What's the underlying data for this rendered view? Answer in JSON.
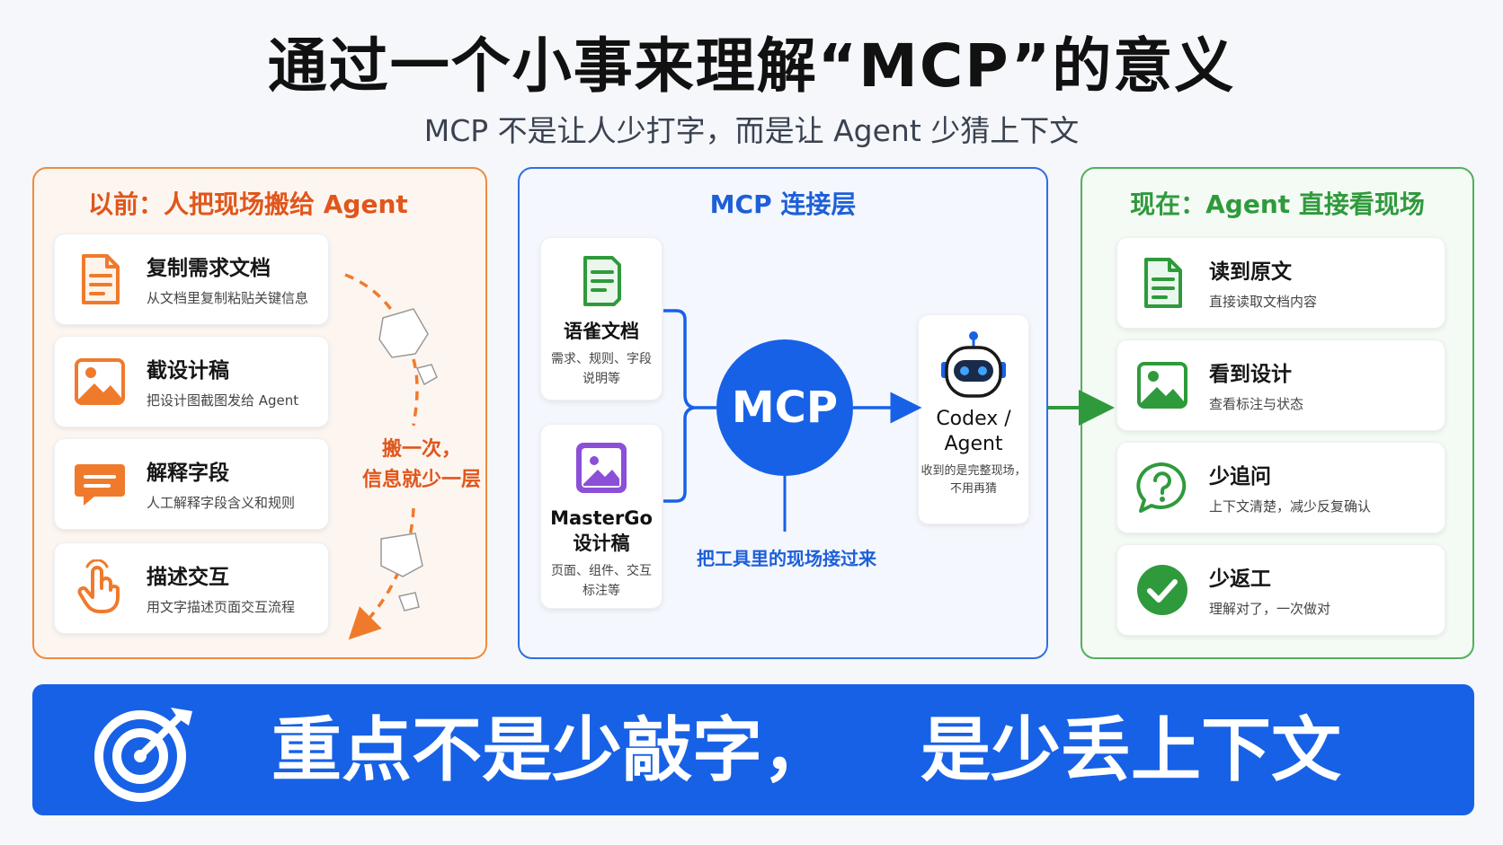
{
  "title": "通过一个小事来理解“MCP”的意义",
  "subtitle": "MCP 不是让人少打字，而是让 Agent 少猜上下文",
  "left": {
    "title": "以前：人把现场搬给 Agent",
    "items": [
      {
        "title": "复制需求文档",
        "desc": "从文档里复制粘贴关键信息",
        "icon": "document-icon"
      },
      {
        "title": "截设计稿",
        "desc": "把设计图截图发给 Agent",
        "icon": "image-icon"
      },
      {
        "title": "解释字段",
        "desc": "人工解释字段含义和规则",
        "icon": "chat-icon"
      },
      {
        "title": "描述交互",
        "desc": "用文字描述页面交互流程",
        "icon": "pointer-hand-icon"
      }
    ],
    "loss_note_line1": "搬一次，",
    "loss_note_line2": "信息就少一层"
  },
  "middle": {
    "title": "MCP 连接层",
    "sources": [
      {
        "title": "语雀文档",
        "desc": "需求、规则、字段说明等",
        "icon": "document-icon"
      },
      {
        "title": "MasterGo 设计稿",
        "desc": "页面、组件、交互标注等",
        "icon": "image-icon"
      }
    ],
    "hub_label": "MCP",
    "agent": {
      "title_line1": "Codex /",
      "title_line2": "Agent",
      "desc": "收到的是完整现场，不用再猜",
      "icon": "robot-icon"
    },
    "connect_label": "把工具里的现场接过来"
  },
  "right": {
    "title": "现在：Agent 直接看现场",
    "items": [
      {
        "title": "读到原文",
        "desc": "直接读取文档内容",
        "icon": "document-icon"
      },
      {
        "title": "看到设计",
        "desc": "查看标注与状态",
        "icon": "image-icon"
      },
      {
        "title": "少追问",
        "desc": "上下文清楚，减少反复确认",
        "icon": "question-bubble-icon"
      },
      {
        "title": "少返工",
        "desc": "理解对了，一次做对",
        "icon": "check-circle-icon"
      }
    ]
  },
  "banner": {
    "part1": "重点不是少敲字，",
    "part2": "是少丢上下文",
    "icon": "target-icon"
  },
  "colors": {
    "orange": "#f08a3c",
    "blue": "#1761e6",
    "green": "#2f9a3c",
    "purple": "#8b4fd8"
  }
}
